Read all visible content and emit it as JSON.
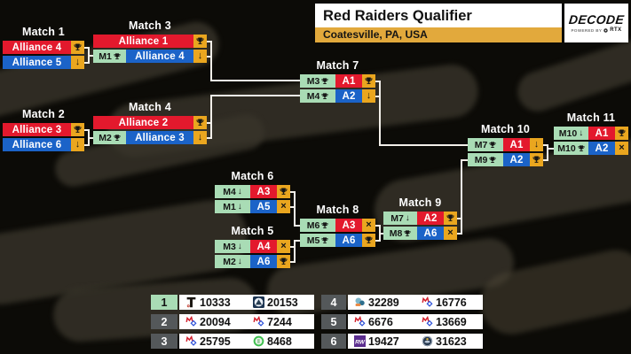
{
  "header": {
    "title": "Red Raiders Qualifier",
    "location": "Coatesville, PA, USA",
    "logo_text": "DECODE",
    "powered_by_label": "POWERED BY",
    "sponsor": "RTX"
  },
  "colors": {
    "red_alliance": "#e3192d",
    "blue_alliance": "#1b63c8",
    "gold_result": "#eaa61f",
    "mint_source": "#a9dcb5",
    "header_gold": "#e2a93c",
    "connector": "#f2efe9"
  },
  "bracket": {
    "matches": [
      {
        "id": "match-1",
        "title": "Match 1",
        "rows": [
          {
            "label": "Alliance 4",
            "color": "red",
            "result": "trophy"
          },
          {
            "label": "Alliance 5",
            "color": "blue",
            "result": "down"
          }
        ]
      },
      {
        "id": "match-2",
        "title": "Match 2",
        "rows": [
          {
            "label": "Alliance 3",
            "color": "red",
            "result": "trophy"
          },
          {
            "label": "Alliance 6",
            "color": "blue",
            "result": "down"
          }
        ]
      },
      {
        "id": "match-3",
        "title": "Match 3",
        "rows": [
          {
            "label": "Alliance 1",
            "color": "red",
            "result": "trophy"
          },
          {
            "source": "M1",
            "source_icon": "trophy",
            "label": "Alliance 4",
            "color": "blue",
            "result": "down"
          }
        ]
      },
      {
        "id": "match-4",
        "title": "Match 4",
        "rows": [
          {
            "label": "Alliance 2",
            "color": "red",
            "result": "trophy"
          },
          {
            "source": "M2",
            "source_icon": "trophy",
            "label": "Alliance 3",
            "color": "blue",
            "result": "down"
          }
        ]
      },
      {
        "id": "match-5",
        "title": "Match 5",
        "rows": [
          {
            "source": "M3",
            "source_icon": "down",
            "label": "A4",
            "color": "red",
            "result": "x"
          },
          {
            "source": "M2",
            "source_icon": "down",
            "label": "A6",
            "color": "blue",
            "result": "trophy"
          }
        ]
      },
      {
        "id": "match-6",
        "title": "Match 6",
        "rows": [
          {
            "source": "M4",
            "source_icon": "down",
            "label": "A3",
            "color": "red",
            "result": "trophy"
          },
          {
            "source": "M1",
            "source_icon": "down",
            "label": "A5",
            "color": "blue",
            "result": "x"
          }
        ]
      },
      {
        "id": "match-7",
        "title": "Match 7",
        "rows": [
          {
            "source": "M3",
            "source_icon": "trophy",
            "label": "A1",
            "color": "red",
            "result": "trophy"
          },
          {
            "source": "M4",
            "source_icon": "trophy",
            "label": "A2",
            "color": "blue",
            "result": "down"
          }
        ]
      },
      {
        "id": "match-8",
        "title": "Match 8",
        "rows": [
          {
            "source": "M6",
            "source_icon": "trophy",
            "label": "A3",
            "color": "red",
            "result": "x"
          },
          {
            "source": "M5",
            "source_icon": "trophy",
            "label": "A6",
            "color": "blue",
            "result": "trophy"
          }
        ]
      },
      {
        "id": "match-9",
        "title": "Match 9",
        "rows": [
          {
            "source": "M7",
            "source_icon": "down",
            "label": "A2",
            "color": "red",
            "result": "trophy"
          },
          {
            "source": "M8",
            "source_icon": "trophy",
            "label": "A6",
            "color": "blue",
            "result": "x"
          }
        ]
      },
      {
        "id": "match-10",
        "title": "Match 10",
        "rows": [
          {
            "source": "M7",
            "source_icon": "trophy",
            "label": "A1",
            "color": "red",
            "result": "down"
          },
          {
            "source": "M9",
            "source_icon": "trophy",
            "label": "A2",
            "color": "blue",
            "result": "trophy"
          }
        ]
      },
      {
        "id": "match-11",
        "title": "Match 11",
        "rows": [
          {
            "source": "M10",
            "source_icon": "down",
            "label": "A1",
            "color": "red",
            "result": "trophy"
          },
          {
            "source": "M10",
            "source_icon": "trophy",
            "label": "A2",
            "color": "blue",
            "result": "x"
          }
        ]
      }
    ]
  },
  "standings": {
    "rows": [
      {
        "rank": "1",
        "teams": [
          {
            "number": "10333",
            "logo": "mallet"
          },
          {
            "number": "20153",
            "logo": "mountain"
          }
        ]
      },
      {
        "rank": "2",
        "teams": [
          {
            "number": "20094",
            "logo": "ftc-default"
          },
          {
            "number": "7244",
            "logo": "ftc-default"
          }
        ]
      },
      {
        "rank": "3",
        "teams": [
          {
            "number": "25795",
            "logo": "ftc-default"
          },
          {
            "number": "8468",
            "logo": "green-ring"
          }
        ]
      },
      {
        "rank": "4",
        "teams": [
          {
            "number": "32289",
            "logo": "robot"
          },
          {
            "number": "16776",
            "logo": "ftc-default"
          }
        ]
      },
      {
        "rank": "5",
        "teams": [
          {
            "number": "6676",
            "logo": "ftc-default"
          },
          {
            "number": "13669",
            "logo": "ftc-default"
          }
        ]
      },
      {
        "rank": "6",
        "teams": [
          {
            "number": "19427",
            "logo": "rw"
          },
          {
            "number": "31623",
            "logo": "badge"
          }
        ]
      }
    ]
  }
}
